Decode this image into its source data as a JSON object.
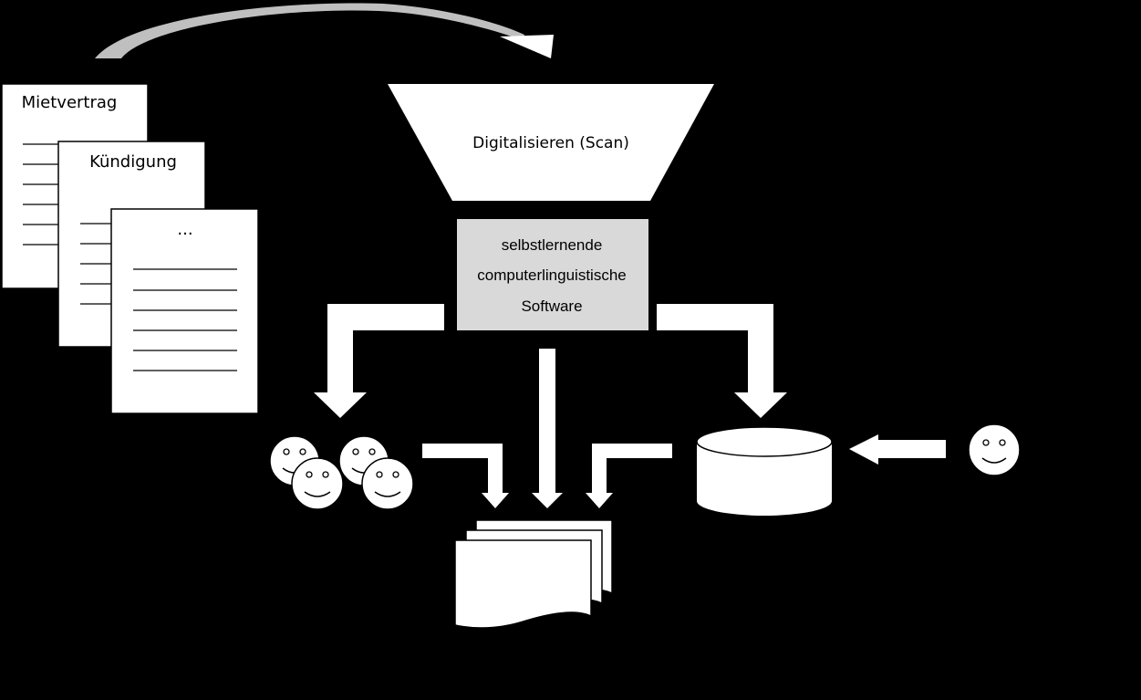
{
  "documents": [
    {
      "title": "Mietvertrag"
    },
    {
      "title": "Kündigung"
    },
    {
      "title": "..."
    }
  ],
  "funnel": {
    "label": "Digitalisieren (Scan)"
  },
  "software": {
    "lines": [
      "selbstlernende",
      "computerlinguistische",
      "Software"
    ]
  },
  "colors": {
    "background": "#000000",
    "shape_fill": "#ffffff",
    "software_box": "#d9d9d9",
    "top_arrow": "#bfbfbf",
    "ink": "#000000"
  },
  "icons": {
    "documents_stack": "document-icon",
    "crowd": "smiley-face-icon",
    "single_user": "smiley-face-icon",
    "storage": "database-icon",
    "output": "multi-document-icon"
  }
}
